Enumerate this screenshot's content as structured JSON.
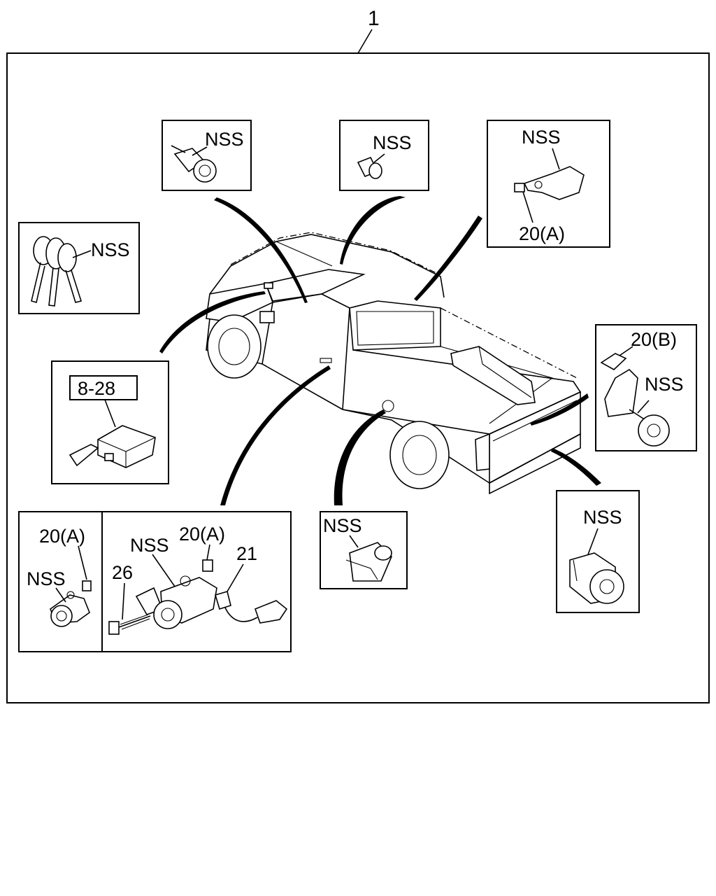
{
  "assembly_callout": "1",
  "labels": {
    "nss": "NSS",
    "part_20a": "20(A)",
    "part_20b": "20(B)",
    "part_21": "21",
    "part_26": "26",
    "ref_8_28": "8-28"
  }
}
